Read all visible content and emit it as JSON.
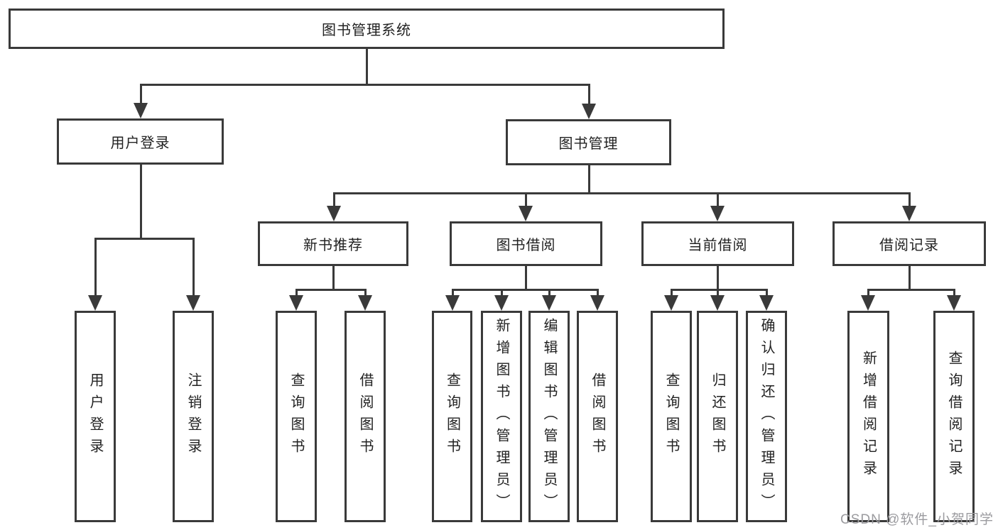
{
  "diagram": {
    "title": "图书管理系统",
    "nodes": {
      "root": "图书管理系统",
      "user_login": "用户登录",
      "book_mgmt": "图书管理",
      "new_book_rec": "新书推荐",
      "book_borrow": "图书借阅",
      "current_borrow": "当前借阅",
      "borrow_record": "借阅记录",
      "leaf_user_login": "用户登录",
      "leaf_logout": "注销登录",
      "leaf_rec_query": "查询图书",
      "leaf_rec_borrow": "借阅图书",
      "leaf_bb_query": "查询图书",
      "leaf_bb_add": "新增图书（管理员）",
      "leaf_bb_edit": "编辑图书（管理员）",
      "leaf_bb_borrow": "借阅图书",
      "leaf_cb_query": "查询图书",
      "leaf_cb_return": "归还图书",
      "leaf_cb_confirm": "确认归还（管理员）",
      "leaf_br_add": "新增借阅记录",
      "leaf_br_query": "查询借阅记录"
    },
    "structure": {
      "label": "图书管理系统",
      "children": [
        {
          "label": "用户登录",
          "children": [
            {
              "label": "用户登录"
            },
            {
              "label": "注销登录"
            }
          ]
        },
        {
          "label": "图书管理",
          "children": [
            {
              "label": "新书推荐",
              "children": [
                {
                  "label": "查询图书"
                },
                {
                  "label": "借阅图书"
                }
              ]
            },
            {
              "label": "图书借阅",
              "children": [
                {
                  "label": "查询图书"
                },
                {
                  "label": "新增图书（管理员）"
                },
                {
                  "label": "编辑图书（管理员）"
                },
                {
                  "label": "借阅图书"
                }
              ]
            },
            {
              "label": "当前借阅",
              "children": [
                {
                  "label": "查询图书"
                },
                {
                  "label": "归还图书"
                },
                {
                  "label": "确认归还（管理员）"
                }
              ]
            },
            {
              "label": "借阅记录",
              "children": [
                {
                  "label": "新增借阅记录"
                },
                {
                  "label": "查询借阅记录"
                }
              ]
            }
          ]
        }
      ]
    },
    "watermark": "CSDN @软件_小贺同学",
    "colors": {
      "line": "#3a3a3a",
      "box_border": "#3a3a3a",
      "text": "#222222",
      "watermark": "#9b9b9f",
      "background": "#ffffff"
    }
  }
}
